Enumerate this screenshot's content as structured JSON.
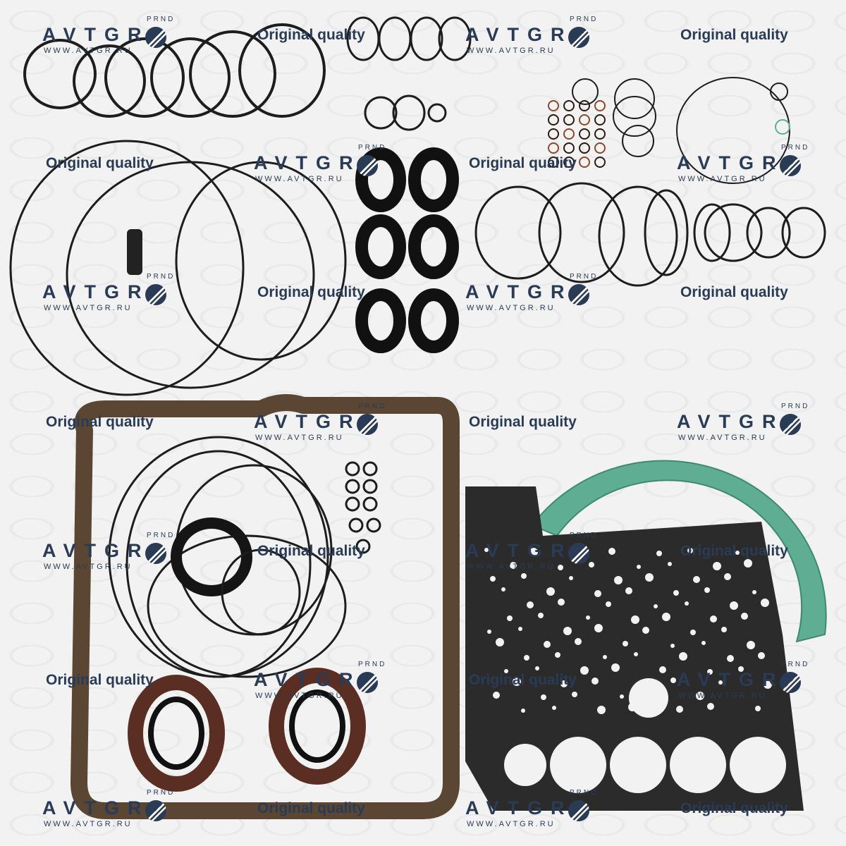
{
  "watermark": {
    "brand": "AVTGR",
    "gear_letters": "PRND",
    "url": "WWW.AVTGR.RU",
    "tagline": "Original quality"
  },
  "colors": {
    "ring": "#1d1d1d",
    "cork": "#5a4632",
    "green_gasket": "#5fae94",
    "steel_gasket": "#2b2b2b",
    "seal_brown": "#5a2e22",
    "logo": "#2a3b55"
  }
}
